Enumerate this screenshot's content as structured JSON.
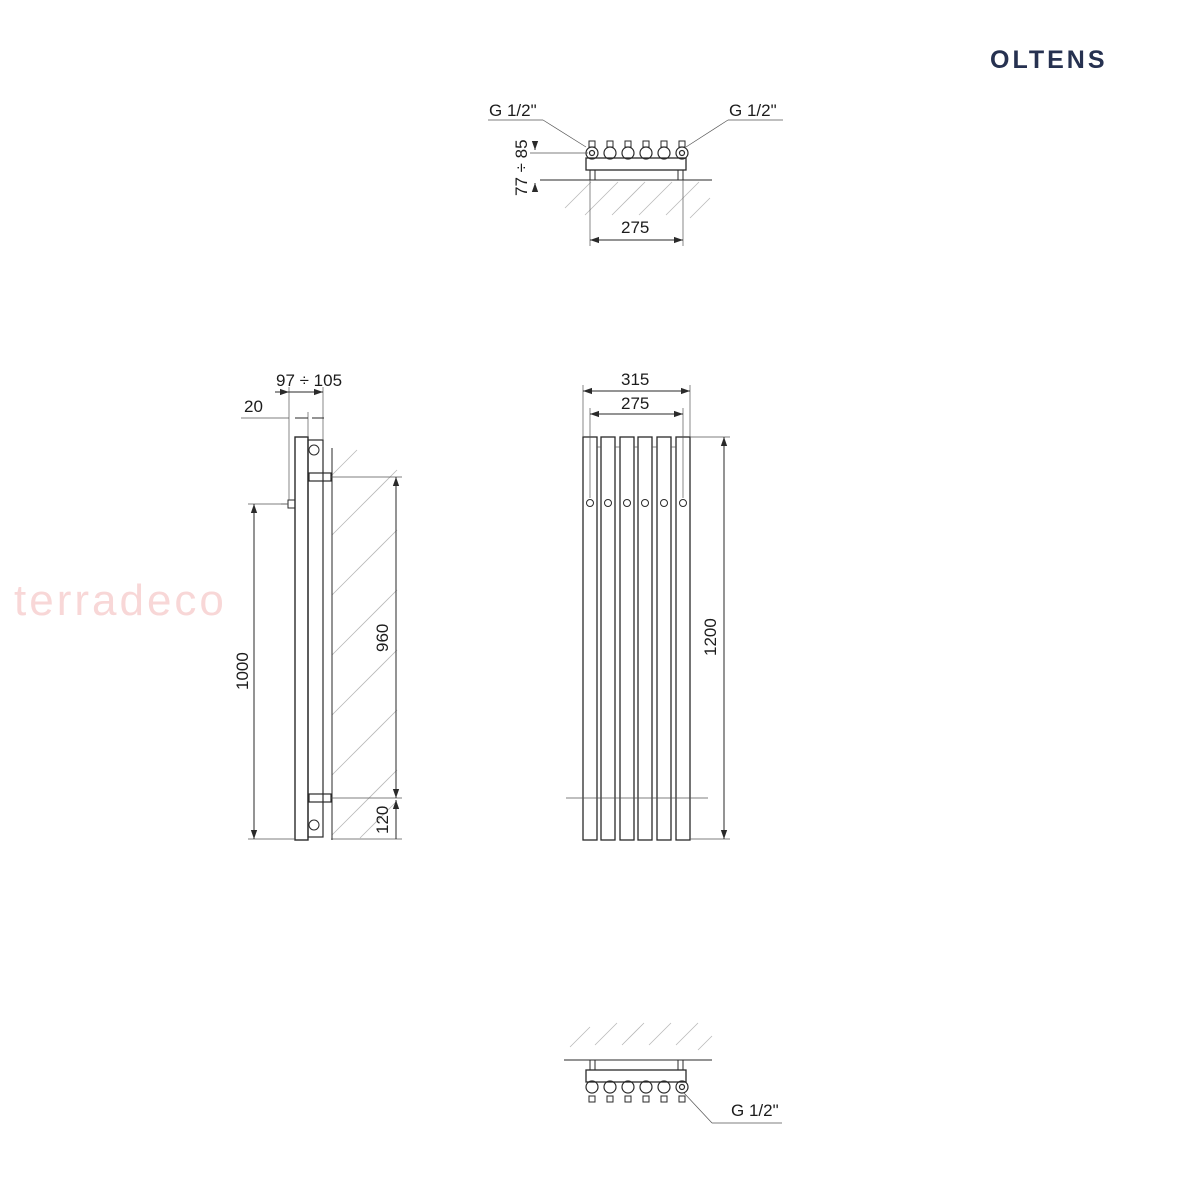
{
  "brand": "OLTENS",
  "watermark": "terradeco",
  "labels": {
    "top_connection_left": "G 1/2\"",
    "top_connection_right": "G 1/2\"",
    "top_wall_distance": "77 ÷ 85",
    "top_spacing": "275",
    "side_depth": "97 ÷ 105",
    "side_panel_depth": "20",
    "side_connection_height": "1000",
    "side_bracket_spacing": "960",
    "side_bottom_offset": "120",
    "front_width": "315",
    "front_spacing": "275",
    "front_height": "1200",
    "bottom_connection": "G 1/2\""
  },
  "colors": {
    "line": "#2a2a2a",
    "brand": "#263150",
    "watermark": "#f6caca"
  }
}
